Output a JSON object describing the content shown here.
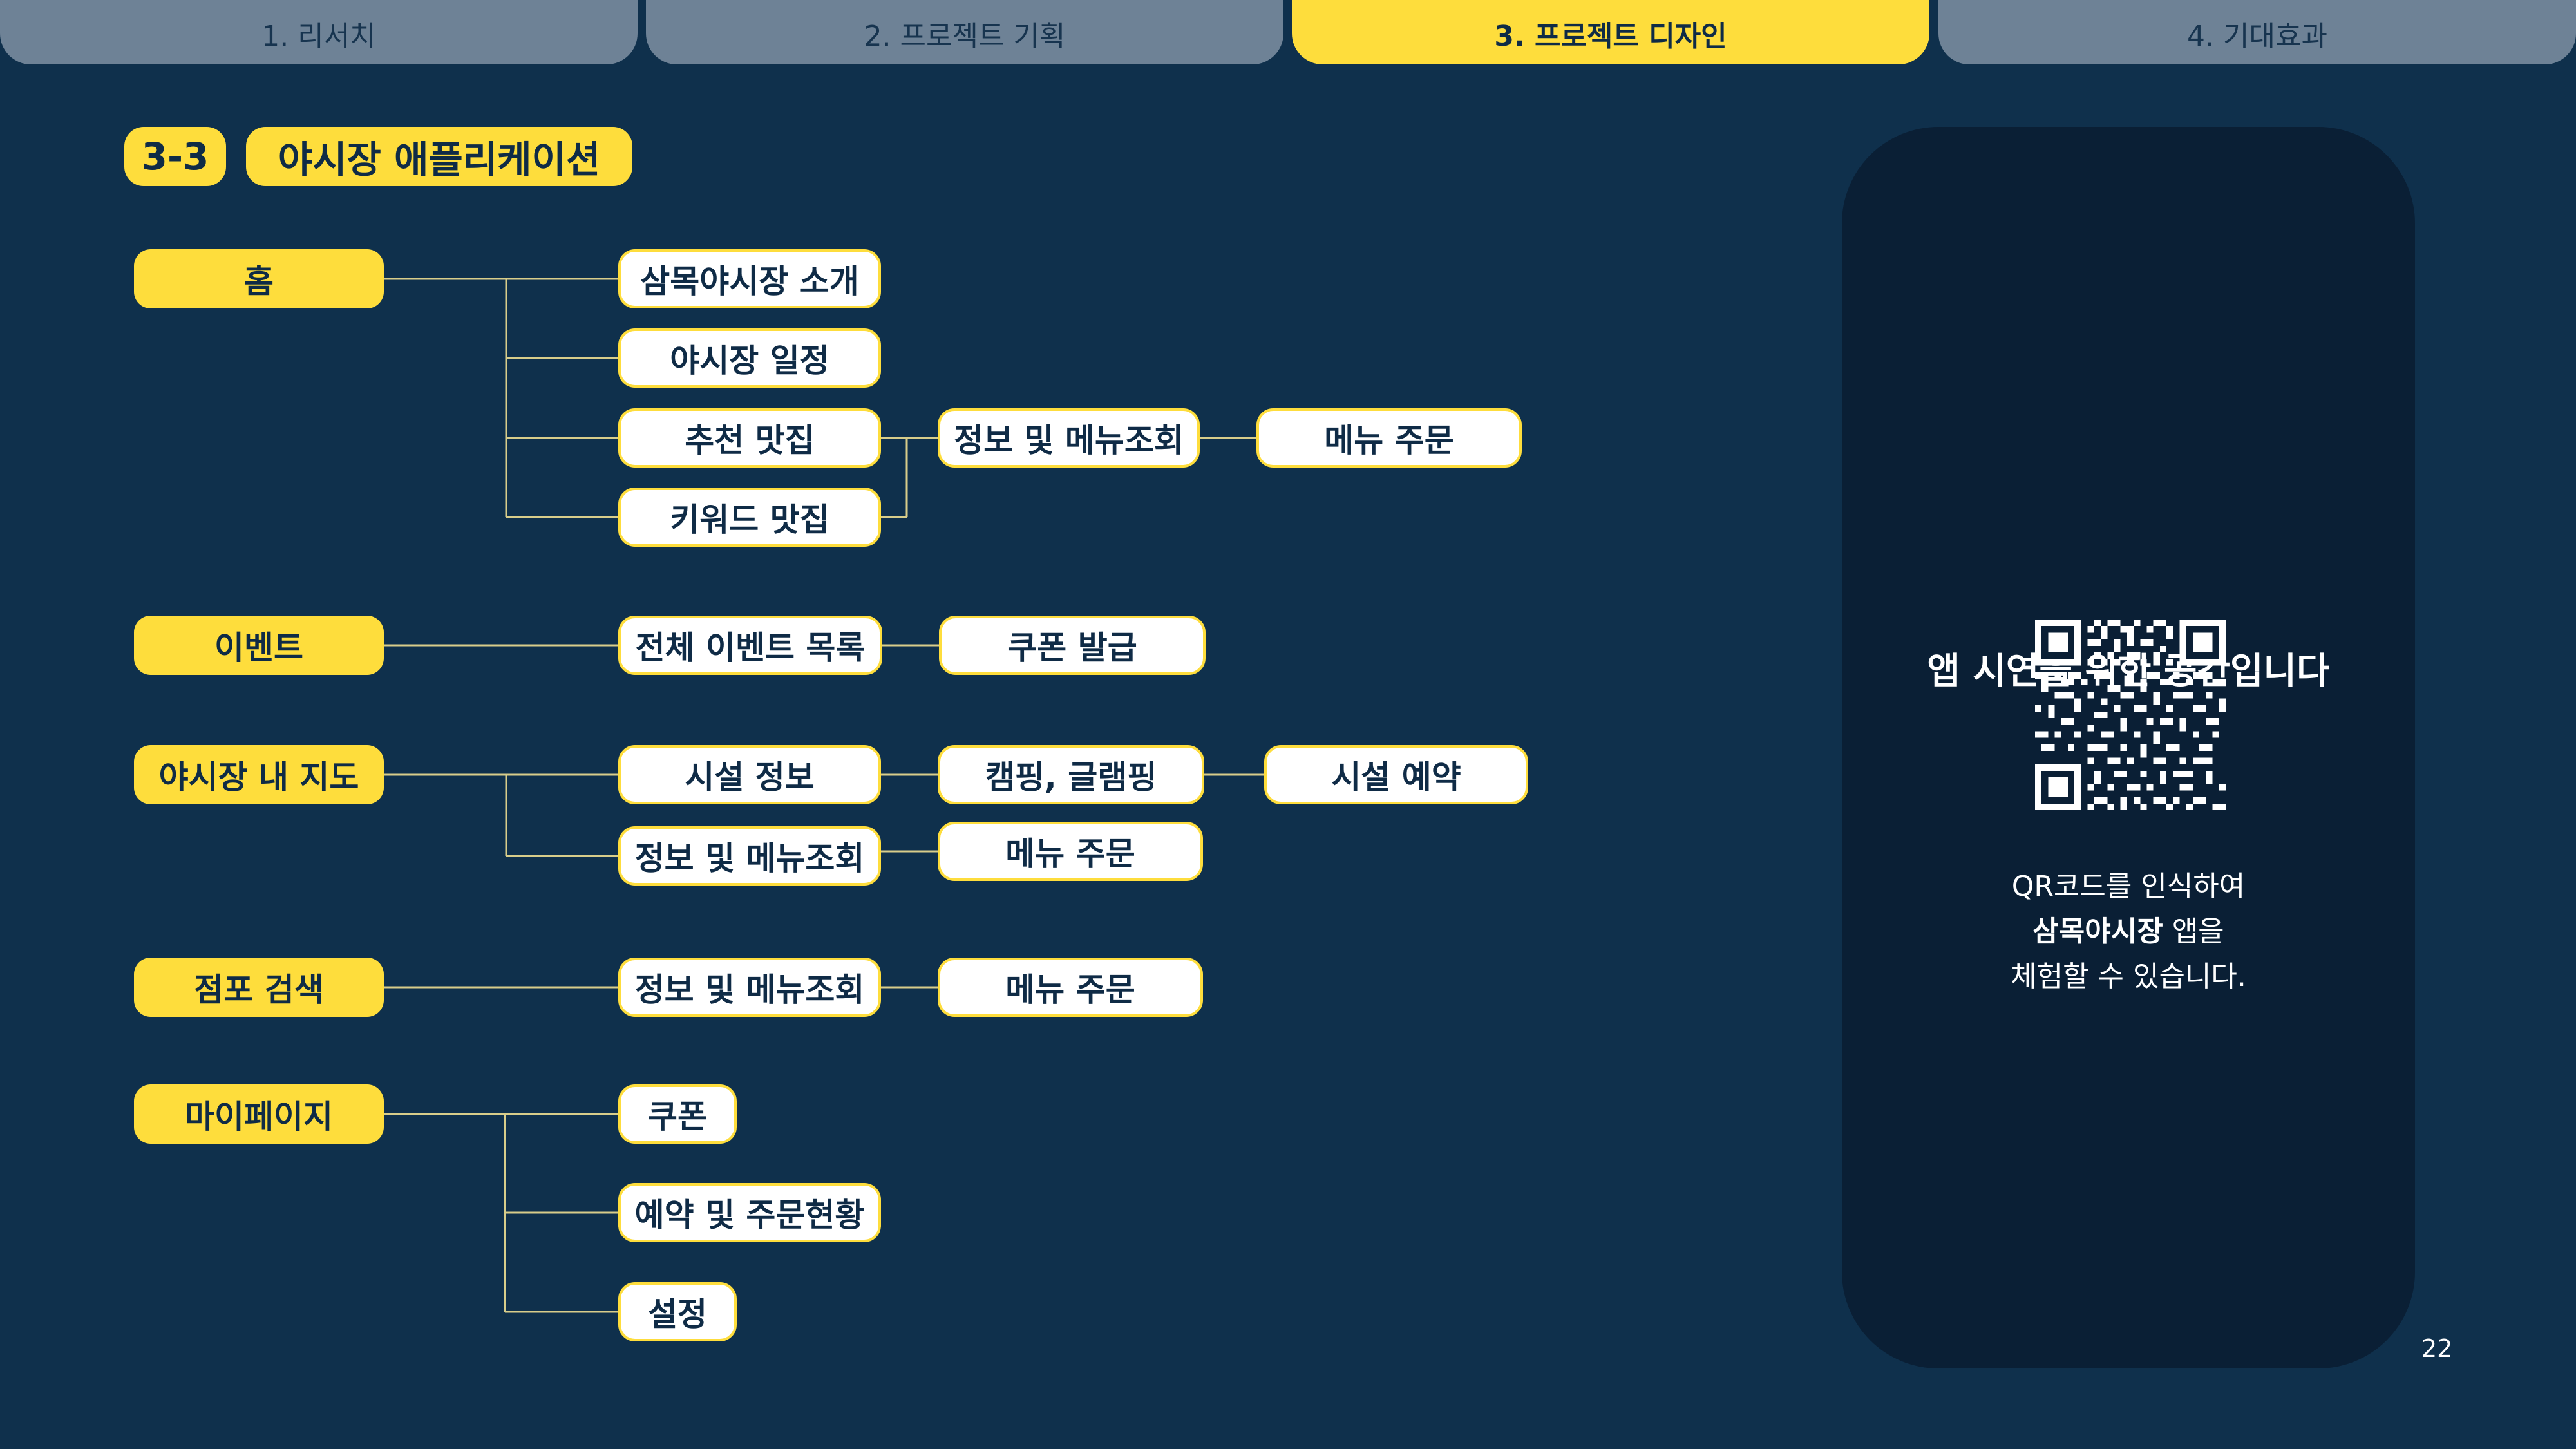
{
  "tabs": [
    "1. 리서치",
    "2. 프로젝트 기획",
    "3. 프로젝트 디자인",
    "4. 기대효과"
  ],
  "section": {
    "number": "3-3",
    "title": "야시장 애플리케이션"
  },
  "nodes": {
    "home": "홈",
    "home_intro": "삼목야시장 소개",
    "home_schedule": "야시장 일정",
    "home_recommend": "추천 맛집",
    "home_keyword": "키워드 맛집",
    "home_info_menu": "정보 및 메뉴조회",
    "home_order": "메뉴 주문",
    "event": "이벤트",
    "event_all": "전체 이벤트 목록",
    "event_coupon": "쿠폰 발급",
    "map": "야시장 내 지도",
    "map_facility": "시설 정보",
    "map_camping": "캠핑, 글램핑",
    "map_reserve": "시설 예약",
    "map_info_menu": "정보 및 메뉴조회",
    "map_order": "메뉴 주문",
    "search": "점포 검색",
    "search_info_menu": "정보 및 메뉴조회",
    "search_order": "메뉴 주문",
    "mypage": "마이페이지",
    "mypage_coupon": "쿠폰",
    "mypage_reservations": "예약 및 주문현황",
    "mypage_settings": "설정"
  },
  "phone": {
    "title": "앱 시연을 위한 공간입니다",
    "caption_line1": "QR코드를 인식하여",
    "caption_line2_bold": "삼목야시장",
    "caption_line2_rest": " 앱을",
    "caption_line3": "체험할 수 있습니다."
  },
  "page_number": "22",
  "colors": {
    "background": "#0f304c",
    "accent": "#fedd3c",
    "panel": "#0a1f35",
    "tab_inactive": "#6e8296"
  }
}
